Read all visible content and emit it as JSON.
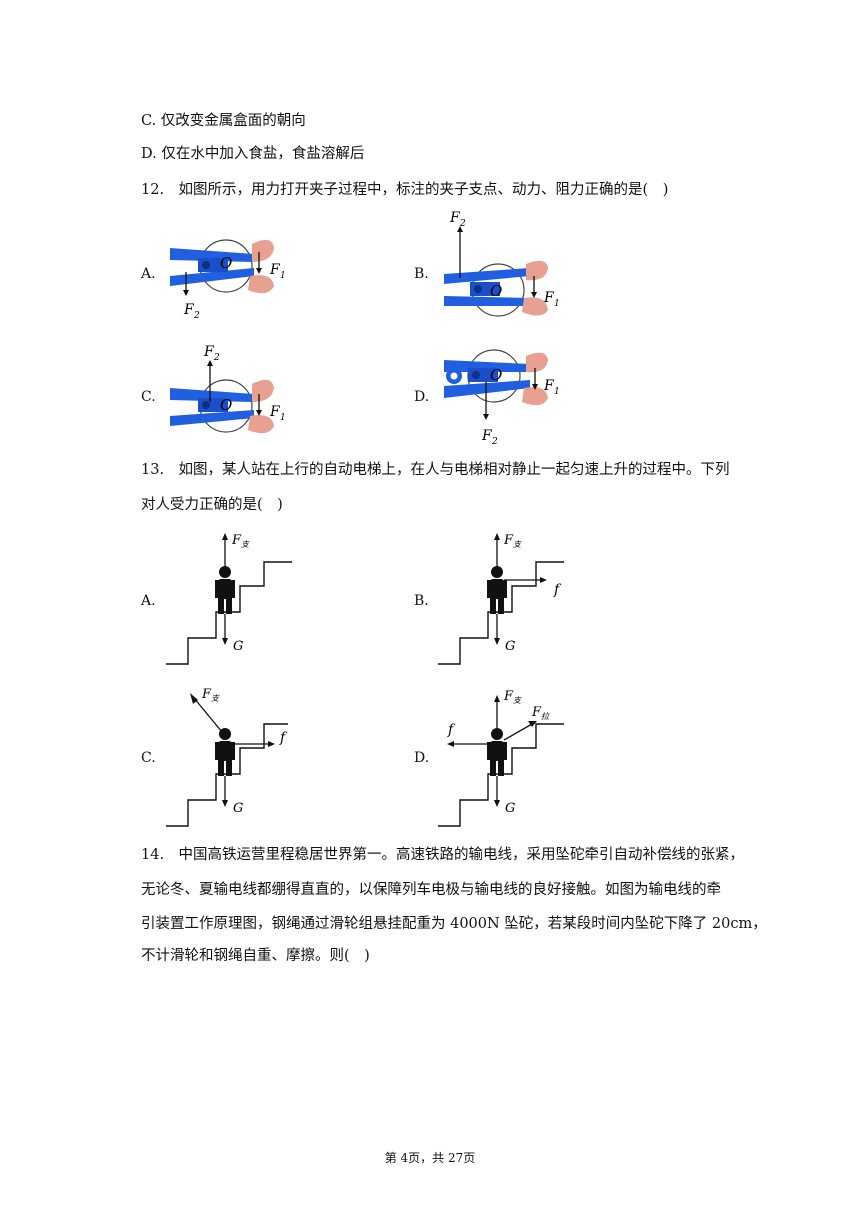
{
  "lines": {
    "c_option": "C. 仅改变金属盒面的朝向",
    "d_option": "D. 仅在水中加入食盐，食盐溶解后",
    "q12": "12.　如图所示，用力打开夹子过程中，标注的夹子支点、动力、阻力正确的是(　)",
    "q13_1": "13.　如图，某人站在上行的自动电梯上，在人与电梯相对静止一起匀速上升的过程中。下列",
    "q13_2": "对人受力正确的是(　)",
    "q14_1": "14.　中国高铁运营里程稳居世界第一。高速铁路的输电线，采用坠砣牵引自动补偿线的张紧，",
    "q14_2": "无论冬、夏输电线都绷得直直的，以保障列车电极与输电线的良好接触。如图为输电线的牵",
    "q14_3": "引装置工作原理图，钢绳通过滑轮组悬挂配重为 4000N 坠砣，若某段时间内坠砣下降了 20cm，",
    "q14_4": "不计滑轮和钢绳自重、摩擦。则(　)"
  },
  "q12_options": {
    "a": "A.",
    "b": "B.",
    "c": "C.",
    "d": "D."
  },
  "q13_options": {
    "a": "A.",
    "b": "B.",
    "c": "C.",
    "d": "D."
  },
  "labels": {
    "pivot": "O",
    "f1": "F",
    "f1_sub": "1",
    "f2": "F",
    "f2_sub": "2",
    "f_support": "F",
    "f_support_sub": "支",
    "f_pull": "F",
    "f_pull_sub": "拉",
    "gravity": "G",
    "friction": "f"
  },
  "footer": "第 4页，共 27页",
  "colors": {
    "clip": "#1f5fe0",
    "finger": "#e8a090",
    "ink": "#111111"
  }
}
